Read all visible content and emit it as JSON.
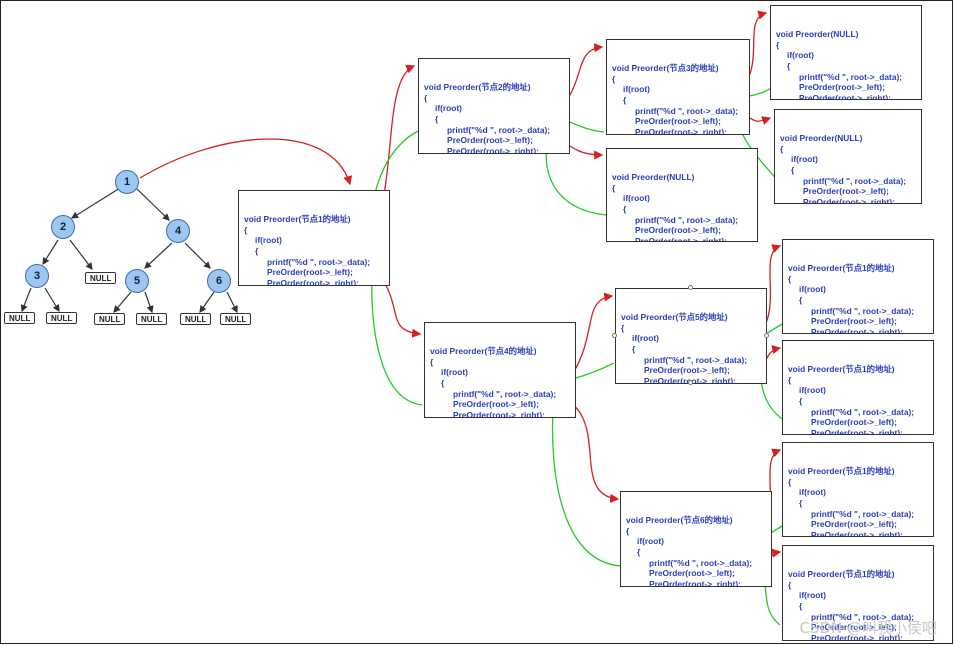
{
  "tree": {
    "nodes": [
      "1",
      "2",
      "3",
      "4",
      "5",
      "6"
    ],
    "null_label": "NULL"
  },
  "code": {
    "open": "{",
    "if": "if(root)",
    "inner_open": "{",
    "printf": "printf(\"%d \", root->_data);",
    "left": "PreOrder(root->_left);",
    "right": "PreOrder(root->_right);",
    "inner_close": "}",
    "close": "}"
  },
  "boxes": [
    {
      "title": "void Preorder(节点1的地址)"
    },
    {
      "title": "void Preorder(节点2的地址)"
    },
    {
      "title": "void Preorder(节点3的地址)"
    },
    {
      "title": "void Preorder(NULL)"
    },
    {
      "title": "void Preorder(NULL)"
    },
    {
      "title": "void Preorder(NULL)"
    },
    {
      "title": "void Preorder(节点4的地址)"
    },
    {
      "title": "void Preorder(节点5的地址)"
    },
    {
      "title": "void Preorder(节点1的地址)"
    },
    {
      "title": "void Preorder(节点1的地址)"
    },
    {
      "title": "void Preorder(节点6的地址)"
    },
    {
      "title": "void Preorder(节点1的地址)"
    },
    {
      "title": "void Preorder(节点1的地址)"
    }
  ],
  "colors": {
    "call_arrow": "#d42020",
    "return_arrow": "#22cc22",
    "code_text": "#2a3fb5",
    "node_fill": "#9dc6f2"
  },
  "watermark": "CSDN @叫我小侯吧"
}
